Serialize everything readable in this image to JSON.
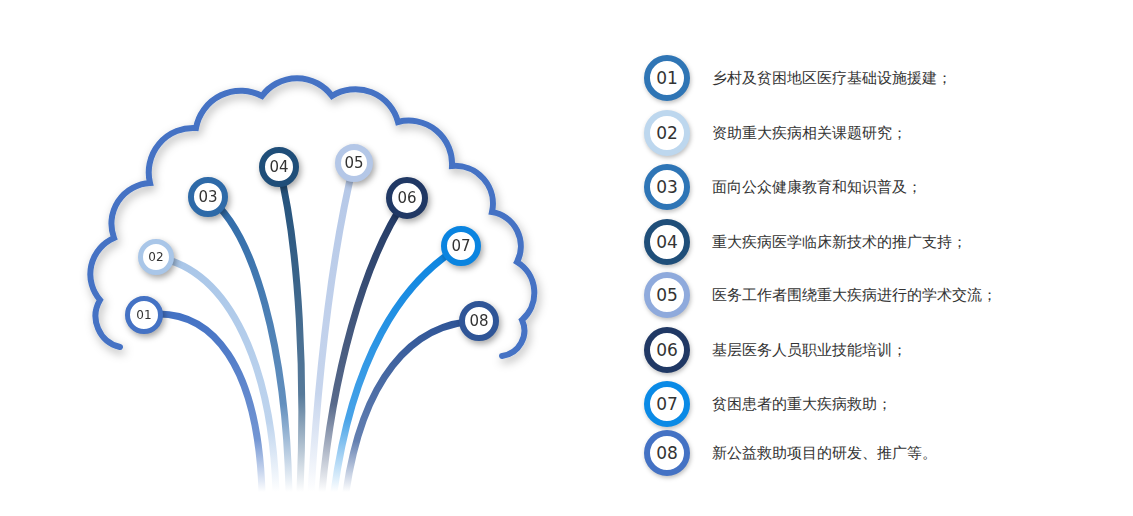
{
  "diagram": {
    "nodes": [
      {
        "text": [
          "01"
        ]
      },
      {
        "text": [
          "02"
        ]
      },
      {
        "text": [
          "03"
        ]
      },
      {
        "text": [
          "04"
        ]
      },
      {
        "text": [
          "05"
        ]
      },
      {
        "text": [
          "06"
        ]
      },
      {
        "text": [
          "07"
        ]
      },
      {
        "text": [
          "08"
        ]
      },
      {
        "text": [
          "01",
          "乡村及贫困地区医疗基础设施援建；"
        ]
      },
      {
        "text": [
          "02",
          "资助重大疾病相关课题研究；"
        ]
      },
      {
        "text": [
          "03",
          "面向公众健康教育和知识普及；"
        ]
      },
      {
        "text": [
          "04",
          "重大疾病医学临床新技术的推广支持；"
        ]
      },
      {
        "text": [
          "05",
          "医务工作者围绕重大疾病进行的学术交流；"
        ]
      },
      {
        "text": [
          "06",
          "基层医务人员职业技能培训；"
        ]
      },
      {
        "text": [
          "07",
          "贫困患者的重大疾病救助；"
        ]
      },
      {
        "text": [
          "08",
          "新公益救助项目的研发、推广等。"
        ]
      }
    ]
  }
}
